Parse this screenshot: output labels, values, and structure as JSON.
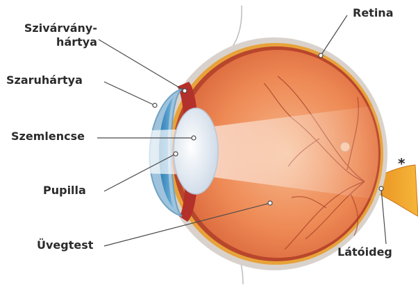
{
  "labels": {
    "iris_line1": "Szivárvány-",
    "iris_line2": "hártya",
    "cornea": "Szaruhártya",
    "lens": "Szemlencse",
    "pupil": "Pupilla",
    "vitreous": "Üvegtest",
    "retina": "Retina",
    "optic_nerve": "Látóideg",
    "asterisk": "*"
  },
  "colors": {
    "label_text": "#2b2b2b",
    "leader_line": "#4a4a4a",
    "sclera_outer": "#d9d2cc",
    "eye_interior": "#ef8a55",
    "retina_layer": "#e8a23a",
    "choroid": "#b8462c",
    "cornea": "#6fa3c4",
    "iris": "#3f8fc2",
    "lens": "#eef3f8",
    "optic_nerve": "#f0a32a"
  }
}
